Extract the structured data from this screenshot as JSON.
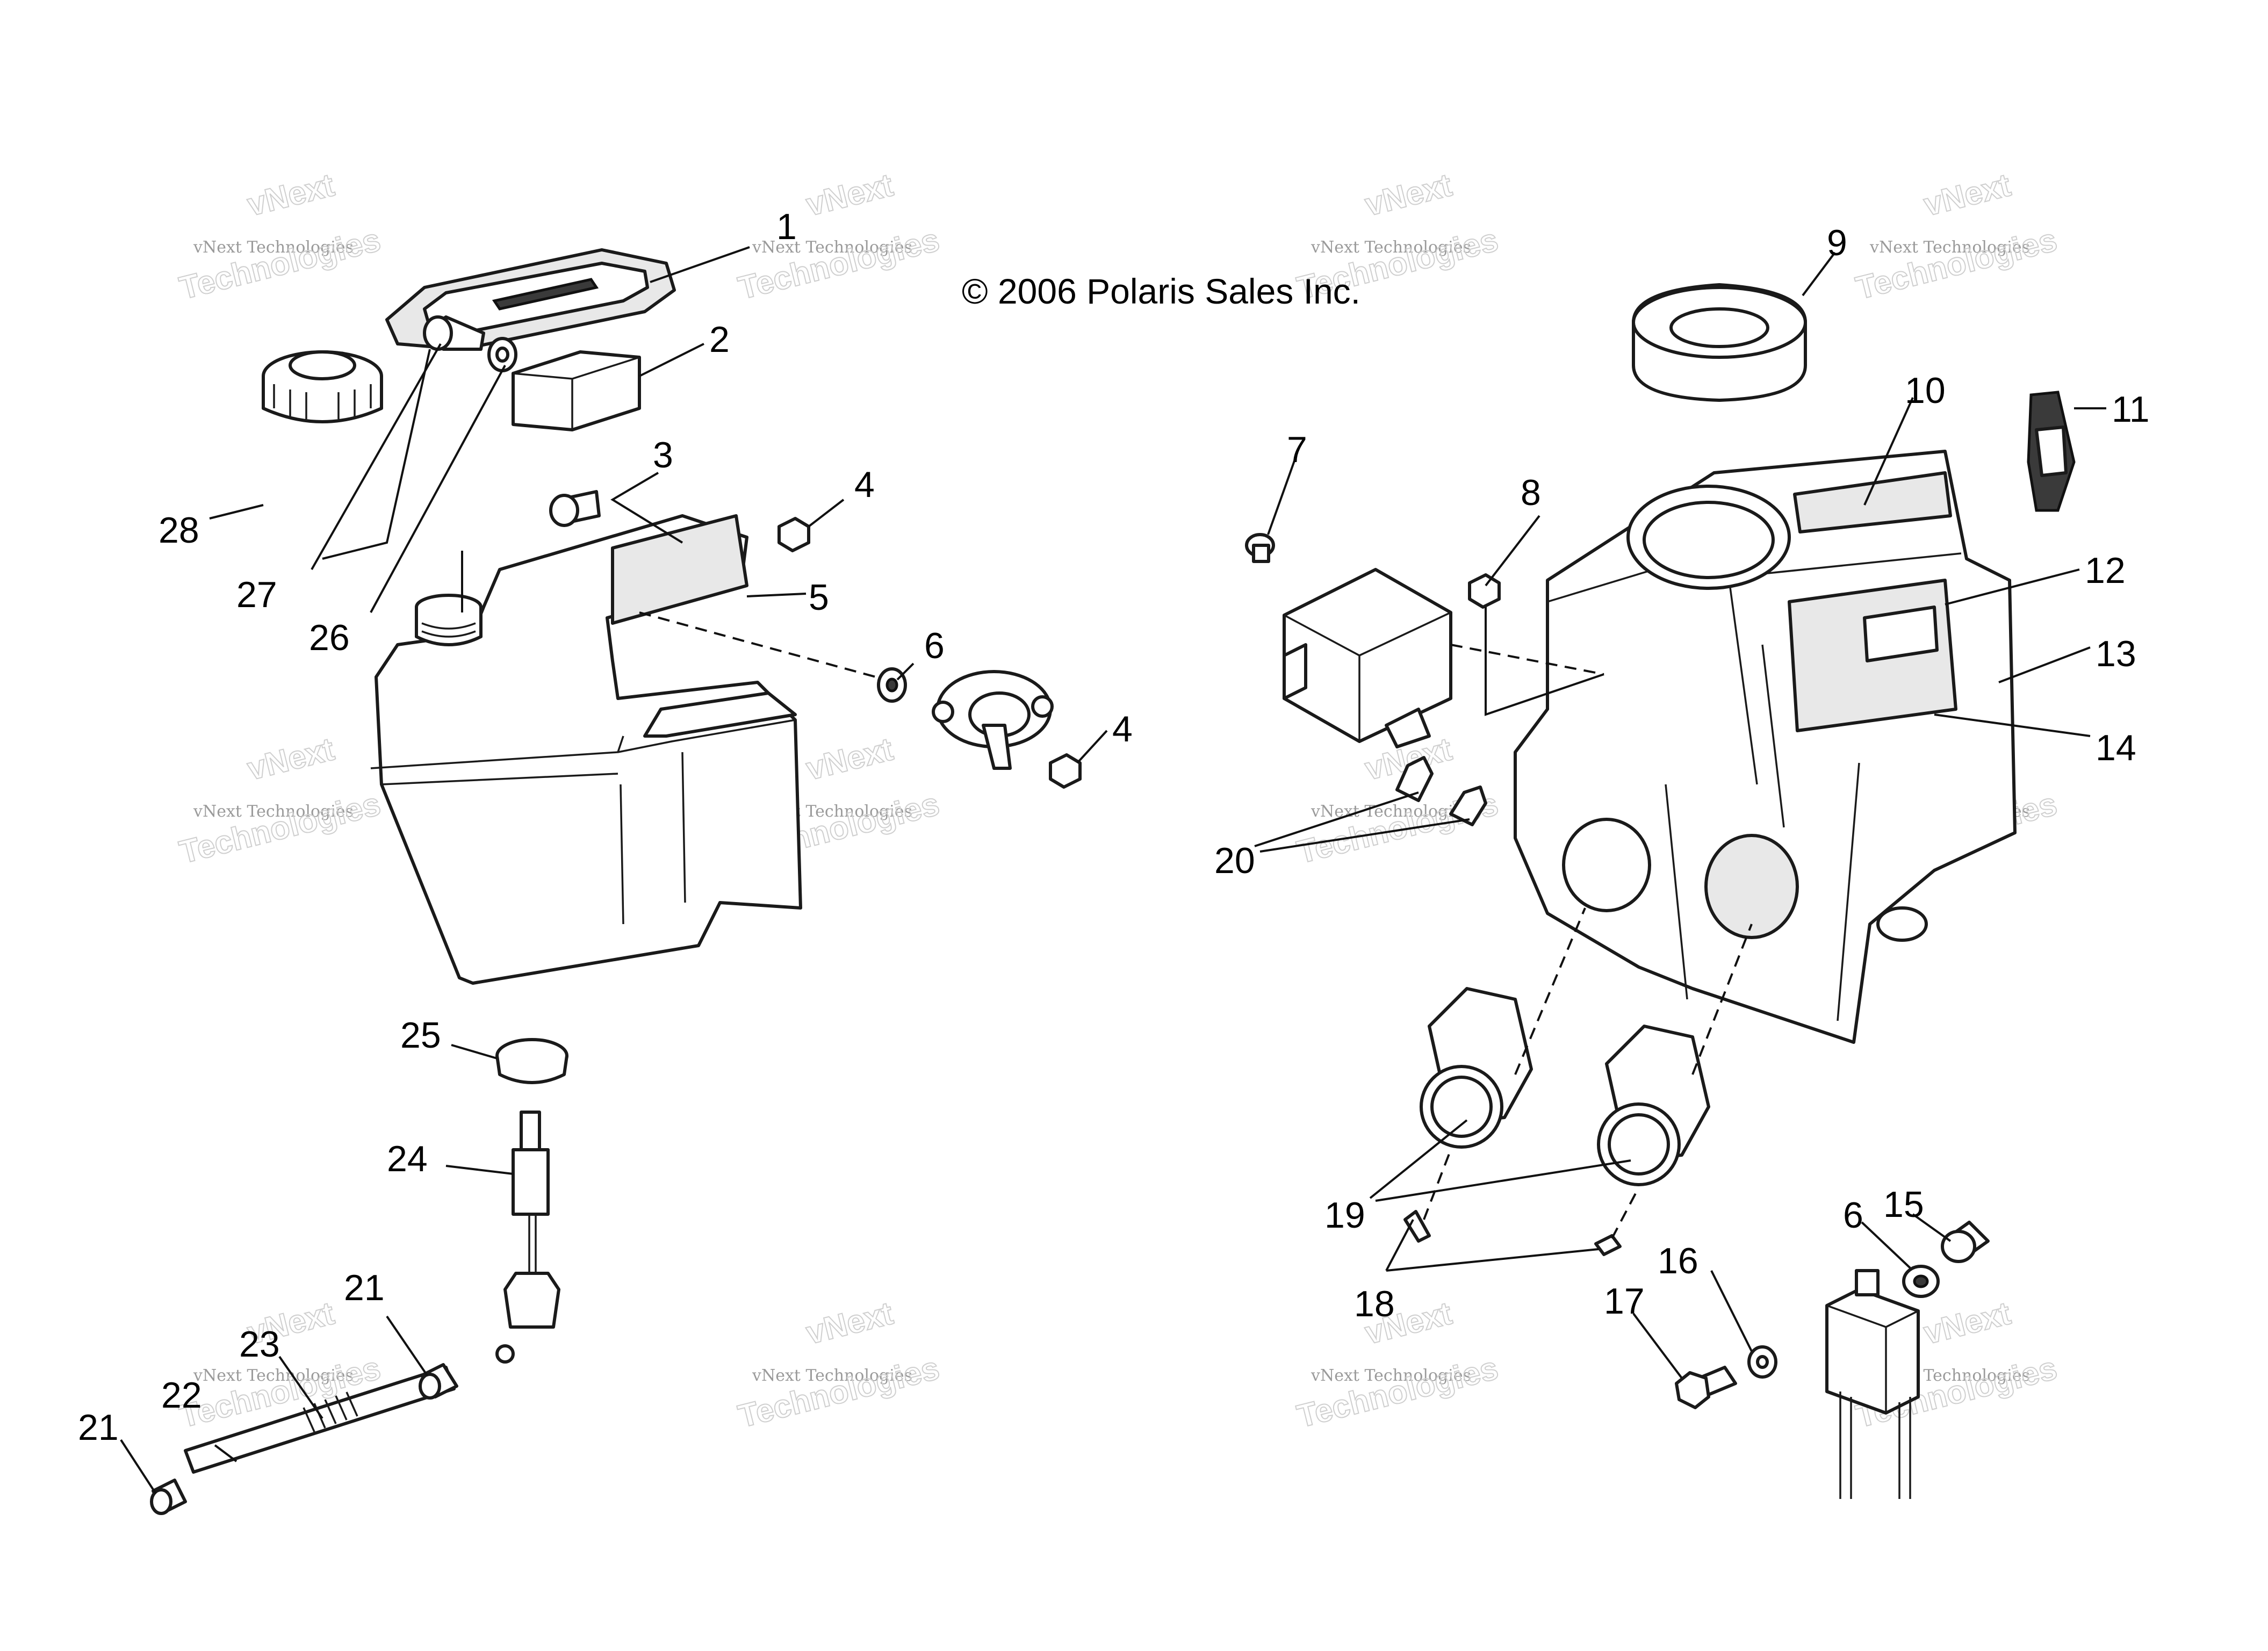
{
  "copyright": "© 2006 Polaris Sales Inc.",
  "watermark": {
    "line1": "vNext Technologies",
    "line2": "vNext",
    "line3": "Technologies"
  },
  "callouts": {
    "c1": "1",
    "c2": "2",
    "c3": "3",
    "c4a": "4",
    "c4b": "4",
    "c5": "5",
    "c6a": "6",
    "c6b": "6",
    "c7": "7",
    "c8": "8",
    "c9": "9",
    "c10": "10",
    "c11": "11",
    "c12": "12",
    "c13": "13",
    "c14": "14",
    "c15": "15",
    "c16": "16",
    "c17": "17",
    "c18": "18",
    "c19": "19",
    "c20": "20",
    "c21a": "21",
    "c21b": "21",
    "c22": "22",
    "c23": "23",
    "c24": "24",
    "c25": "25",
    "c26": "26",
    "c27": "27",
    "c28": "28"
  },
  "colors": {
    "line": "#1a1a1a",
    "background": "#ffffff",
    "watermark": "#9a9a9a"
  }
}
